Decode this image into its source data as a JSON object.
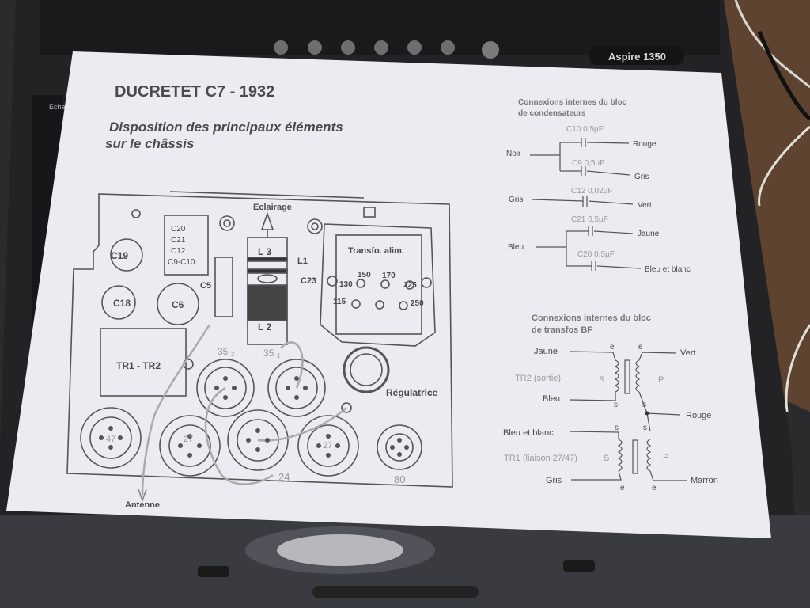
{
  "laptop": {
    "model_label": "Aspire 1350",
    "side_key_label": "Echa"
  },
  "sheet": {
    "title": "DUCRETET C7  - 1932",
    "subtitle_line1": "Disposition des principaux éléments",
    "subtitle_line2": "sur le châssis"
  },
  "chassis": {
    "labels": {
      "eclairage": "Eclairage",
      "c19": "C19",
      "c18": "C18",
      "c6": "C6",
      "c5": "C5",
      "cap_block": [
        "C20",
        "C21",
        "C12",
        "C9-C10"
      ],
      "l3": "L 3",
      "l1": "L1",
      "c23": "C23",
      "l2": "L 2",
      "transfo": "Transfo. alim.",
      "taps": [
        "150",
        "170",
        "130",
        "225",
        "115",
        "250"
      ],
      "tr1_tr2": "TR1 - TR2",
      "tube_35_2": "35",
      "tube_35_2_sub": "2",
      "tube_35_1": "35",
      "tube_35_1_sub": "1",
      "regulatrice": "Régulatrice",
      "tube_47": "47",
      "tube_27_1": "27",
      "tube_27_2": "27",
      "tube_24": "24",
      "tube_80": "80",
      "antenne": "Antenne"
    }
  },
  "condenser_block": {
    "heading_line1": "Connexions internes du bloc",
    "heading_line2": "de condensateurs",
    "noir": "Noir",
    "c10": "C10  0,5µF",
    "rouge": "Rouge",
    "c9": "C9  0,5µF",
    "gris_right": "Gris",
    "gris_left": "Gris",
    "c12": "C12  0,02µF",
    "vert": "Vert",
    "c21": "C21  0,5µF",
    "bleu": "Bleu",
    "jaune": "Jaune",
    "c20": "C20  0,5µF",
    "bleu_blanc": "Bleu et blanc"
  },
  "bf_block": {
    "heading_line1": "Connexions internes du bloc",
    "heading_line2": "de transfos BF",
    "jaune": "Jaune",
    "vert": "Vert",
    "tr2": "TR2 (sortie)",
    "s": "S",
    "p": "P",
    "bleu": "Bleu",
    "rouge": "Rouge",
    "bleu_blanc": "Bleu et blanc",
    "tr1": "TR1 (liaison 27/47)",
    "gris": "Gris",
    "marron": "Marron",
    "e": "e",
    "s_small": "s"
  },
  "colors": {
    "paper": "#ecebf2",
    "ink": "#4a4a4a",
    "laptop_body": "#1f1f22",
    "table_wood": "#6a4a34"
  }
}
